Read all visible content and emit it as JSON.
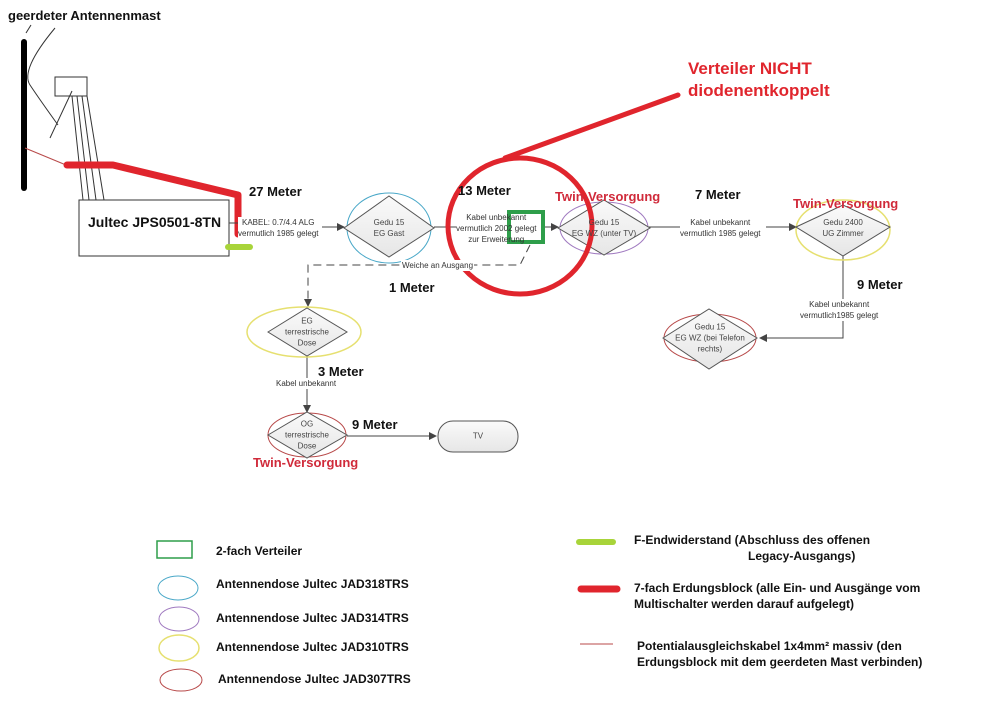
{
  "title": "geerdeter Antennenmast",
  "multiswitch": {
    "label": "Jultec JPS0501-8TN"
  },
  "callout": {
    "line1": "Verteiler NICHT",
    "line2": "diodenentkoppelt"
  },
  "colors": {
    "grounding": "#e0252d",
    "terminator": "#a8d43a",
    "splitter": "#2e9e4a",
    "jad318": "#4aa8c8",
    "jad314": "#a07ac0",
    "jad310": "#e6e070",
    "jad307": "#b84a4a",
    "twin_text": "#d02a3a"
  },
  "connections": {
    "c1": {
      "length": "27 Meter",
      "cable_line1": "KABEL: 0.7/4.4 ALG",
      "cable_line2": "vermutlich 1985 gelegt"
    },
    "c2": {
      "length": "13 Meter",
      "cable_line1": "Kabel unbekannt",
      "cable_line2": "vermutlich 2002 gelegt",
      "cable_line3": "zur Erweiterung"
    },
    "c3": {
      "length": "7 Meter",
      "cable_line1": "Kabel unbekannt",
      "cable_line2": "vermutlich 1985 gelegt"
    },
    "c4": {
      "length": "9 Meter",
      "cable_line1": "Kabel unbekannt",
      "cable_line2": "vermutlich1985 gelegt"
    },
    "c5": {
      "length": "1 Meter",
      "cable_line1": "Weiche an Ausgang"
    },
    "c6": {
      "length": "3 Meter",
      "cable_line1": "Kabel unbekannt"
    },
    "c7": {
      "length": "9 Meter"
    }
  },
  "nodes": {
    "gast": {
      "line1": "Gedu 15",
      "line2": "EG Gast"
    },
    "wz_tv": {
      "line1": "Gedu 15",
      "line2": "EG WZ (unter TV)",
      "badge": "Twin-Versorgung"
    },
    "ug": {
      "line1": "Gedu 2400",
      "line2": "UG Zimmer",
      "badge": "Twin-Versorgung"
    },
    "wz_tel": {
      "line1": "Gedu 15",
      "line2": "EG WZ (bei Telefon",
      "line3": "rechts)"
    },
    "eg_terr": {
      "line1": "EG",
      "line2": "terrestrische",
      "line3": "Dose"
    },
    "og_terr": {
      "line1": "OG",
      "line2": "terrestrische",
      "line3": "Dose",
      "badge": "Twin-Versorgung"
    },
    "tv": {
      "line1": "TV"
    }
  },
  "legend_left": [
    {
      "symbol": "splitter",
      "label": "2-fach Verteiler"
    },
    {
      "symbol": "jad318",
      "label": "Antennendose Jultec JAD318TRS"
    },
    {
      "symbol": "jad314",
      "label": "Antennendose Jultec JAD314TRS"
    },
    {
      "symbol": "jad310",
      "label": "Antennendose Jultec JAD310TRS"
    },
    {
      "symbol": "jad307",
      "label": "Antennendose Jultec JAD307TRS"
    }
  ],
  "legend_right": [
    {
      "symbol": "terminator",
      "line1": "F-Endwiderstand (Abschluss des offenen",
      "line2": "Legacy-Ausgangs)"
    },
    {
      "symbol": "grounding",
      "line1": "7-fach Erdungsblock (alle Ein- und Ausgänge vom",
      "line2": "Multischalter werden darauf aufgelegt)"
    },
    {
      "symbol": "equipotential",
      "line1": "Potentialausgleichskabel 1x4mm² massiv (den",
      "line2": "Erdungsblock mit dem geerdeten Mast verbinden)"
    }
  ]
}
